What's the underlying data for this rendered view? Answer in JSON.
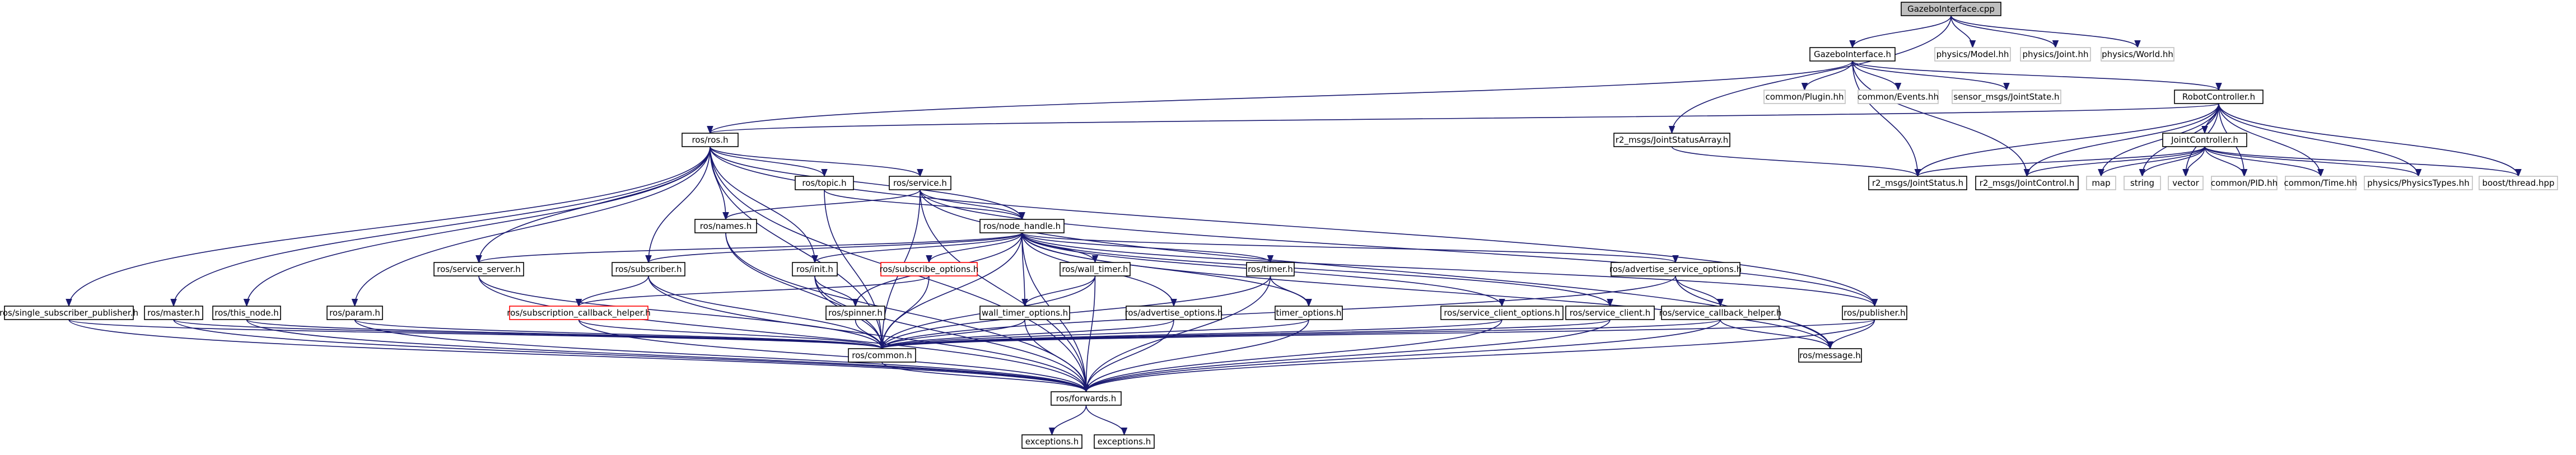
{
  "colors": {
    "edge": "#191970",
    "node_border": "#000000",
    "node_border_grey": "#bfbfbf",
    "node_border_red": "#ff0000",
    "root_fill": "#bfbfbf",
    "node_fill": "#ffffff"
  },
  "nodes": [
    {
      "id": "root",
      "label": "GazeboInterface.cpp",
      "style": "root"
    },
    {
      "id": "gi_h",
      "label": "GazeboInterface.h",
      "style": "normal"
    },
    {
      "id": "pmodel",
      "label": "physics/Model.hh",
      "style": "grey"
    },
    {
      "id": "pjoint",
      "label": "physics/Joint.hh",
      "style": "grey"
    },
    {
      "id": "pworld",
      "label": "physics/World.hh",
      "style": "grey"
    },
    {
      "id": "rosh",
      "label": "ros/ros.h",
      "style": "normal"
    },
    {
      "id": "cplugin",
      "label": "common/Plugin.hh",
      "style": "grey"
    },
    {
      "id": "cevents",
      "label": "common/Events.hh",
      "style": "grey"
    },
    {
      "id": "sensor",
      "label": "sensor_msgs/JointState.h",
      "style": "grey"
    },
    {
      "id": "robotc",
      "label": "RobotController.h",
      "style": "normal"
    },
    {
      "id": "r2jsa",
      "label": "r2_msgs/JointStatusArray.h",
      "style": "normal"
    },
    {
      "id": "jointc",
      "label": "JointController.h",
      "style": "normal"
    },
    {
      "id": "r2js",
      "label": "r2_msgs/JointStatus.h",
      "style": "normal"
    },
    {
      "id": "r2jc",
      "label": "r2_msgs/JointControl.h",
      "style": "normal"
    },
    {
      "id": "map",
      "label": "map",
      "style": "grey"
    },
    {
      "id": "string",
      "label": "string",
      "style": "grey"
    },
    {
      "id": "vector",
      "label": "vector",
      "style": "grey"
    },
    {
      "id": "cpid",
      "label": "common/PID.hh",
      "style": "grey"
    },
    {
      "id": "ctime",
      "label": "common/Time.hh",
      "style": "grey"
    },
    {
      "id": "pptypes",
      "label": "physics/PhysicsTypes.hh",
      "style": "grey"
    },
    {
      "id": "bthread",
      "label": "boost/thread.hpp",
      "style": "grey"
    },
    {
      "id": "topic",
      "label": "ros/topic.h",
      "style": "normal"
    },
    {
      "id": "service",
      "label": "ros/service.h",
      "style": "normal"
    },
    {
      "id": "names",
      "label": "ros/names.h",
      "style": "normal"
    },
    {
      "id": "nodeh",
      "label": "ros/node_handle.h",
      "style": "normal"
    },
    {
      "id": "sspub",
      "label": "ros/single_subscriber_publisher.h",
      "style": "normal"
    },
    {
      "id": "master",
      "label": "ros/master.h",
      "style": "normal"
    },
    {
      "id": "thisnode",
      "label": "ros/this_node.h",
      "style": "normal"
    },
    {
      "id": "param",
      "label": "ros/param.h",
      "style": "normal"
    },
    {
      "id": "svcserver",
      "label": "ros/service_server.h",
      "style": "normal"
    },
    {
      "id": "subscriber",
      "label": "ros/subscriber.h",
      "style": "normal"
    },
    {
      "id": "init",
      "label": "ros/init.h",
      "style": "normal"
    },
    {
      "id": "subopts",
      "label": "ros/subscribe_options.h",
      "style": "red"
    },
    {
      "id": "walltimer",
      "label": "ros/wall_timer.h",
      "style": "normal"
    },
    {
      "id": "timer",
      "label": "ros/timer.h",
      "style": "normal"
    },
    {
      "id": "advsvcopts",
      "label": "ros/advertise_service_options.h",
      "style": "normal"
    },
    {
      "id": "subcb",
      "label": "ros/subscription_callback_helper.h",
      "style": "red"
    },
    {
      "id": "spinner",
      "label": "ros/spinner.h",
      "style": "normal"
    },
    {
      "id": "walltimeropts",
      "label": "wall_timer_options.h",
      "style": "normal"
    },
    {
      "id": "advopts",
      "label": "ros/advertise_options.h",
      "style": "normal"
    },
    {
      "id": "timeropts",
      "label": "timer_options.h",
      "style": "normal"
    },
    {
      "id": "svcclientopts",
      "label": "ros/service_client_options.h",
      "style": "normal"
    },
    {
      "id": "svcclient",
      "label": "ros/service_client.h",
      "style": "normal"
    },
    {
      "id": "svccb",
      "label": "ros/service_callback_helper.h",
      "style": "normal"
    },
    {
      "id": "publisher",
      "label": "ros/publisher.h",
      "style": "normal"
    },
    {
      "id": "common",
      "label": "ros/common.h",
      "style": "normal"
    },
    {
      "id": "message",
      "label": "ros/message.h",
      "style": "normal"
    },
    {
      "id": "forwards",
      "label": "ros/forwards.h",
      "style": "normal"
    },
    {
      "id": "exceptions1",
      "label": "exceptions.h",
      "style": "normal"
    },
    {
      "id": "exceptions2",
      "label": "exceptions.h",
      "style": "normal"
    }
  ],
  "edges": [
    [
      "root",
      "gi_h"
    ],
    [
      "root",
      "pmodel"
    ],
    [
      "root",
      "pjoint"
    ],
    [
      "root",
      "pworld"
    ],
    [
      "root",
      "r2jsa"
    ],
    [
      "gi_h",
      "rosh"
    ],
    [
      "gi_h",
      "cplugin"
    ],
    [
      "gi_h",
      "cevents"
    ],
    [
      "gi_h",
      "sensor"
    ],
    [
      "gi_h",
      "robotc"
    ],
    [
      "gi_h",
      "r2js"
    ],
    [
      "gi_h",
      "r2jc"
    ],
    [
      "robotc",
      "rosh"
    ],
    [
      "robotc",
      "jointc"
    ],
    [
      "robotc",
      "map"
    ],
    [
      "robotc",
      "string"
    ],
    [
      "robotc",
      "vector"
    ],
    [
      "robotc",
      "cpid"
    ],
    [
      "robotc",
      "ctime"
    ],
    [
      "robotc",
      "pptypes"
    ],
    [
      "robotc",
      "bthread"
    ],
    [
      "robotc",
      "r2js"
    ],
    [
      "robotc",
      "r2jc"
    ],
    [
      "jointc",
      "r2js"
    ],
    [
      "jointc",
      "r2jc"
    ],
    [
      "jointc",
      "map"
    ],
    [
      "jointc",
      "string"
    ],
    [
      "jointc",
      "vector"
    ],
    [
      "jointc",
      "cpid"
    ],
    [
      "jointc",
      "ctime"
    ],
    [
      "jointc",
      "pptypes"
    ],
    [
      "jointc",
      "bthread"
    ],
    [
      "r2jsa",
      "r2js"
    ],
    [
      "rosh",
      "topic"
    ],
    [
      "rosh",
      "service"
    ],
    [
      "rosh",
      "names"
    ],
    [
      "rosh",
      "nodeh"
    ],
    [
      "rosh",
      "sspub"
    ],
    [
      "rosh",
      "master"
    ],
    [
      "rosh",
      "thisnode"
    ],
    [
      "rosh",
      "param"
    ],
    [
      "rosh",
      "svcserver"
    ],
    [
      "rosh",
      "subscriber"
    ],
    [
      "rosh",
      "init"
    ],
    [
      "rosh",
      "publisher"
    ],
    [
      "rosh",
      "common"
    ],
    [
      "rosh",
      "forwards"
    ],
    [
      "topic",
      "nodeh"
    ],
    [
      "topic",
      "common"
    ],
    [
      "service",
      "names"
    ],
    [
      "service",
      "nodeh"
    ],
    [
      "service",
      "common"
    ],
    [
      "service",
      "forwards"
    ],
    [
      "service",
      "publisher"
    ],
    [
      "service",
      "message"
    ],
    [
      "names",
      "common"
    ],
    [
      "names",
      "forwards"
    ],
    [
      "nodeh",
      "svcserver"
    ],
    [
      "nodeh",
      "subscriber"
    ],
    [
      "nodeh",
      "init"
    ],
    [
      "nodeh",
      "subopts"
    ],
    [
      "nodeh",
      "walltimer"
    ],
    [
      "nodeh",
      "timer"
    ],
    [
      "nodeh",
      "advsvcopts"
    ],
    [
      "nodeh",
      "spinner"
    ],
    [
      "nodeh",
      "walltimeropts"
    ],
    [
      "nodeh",
      "advopts"
    ],
    [
      "nodeh",
      "timeropts"
    ],
    [
      "nodeh",
      "svcclientopts"
    ],
    [
      "nodeh",
      "svcclient"
    ],
    [
      "nodeh",
      "publisher"
    ],
    [
      "nodeh",
      "common"
    ],
    [
      "nodeh",
      "forwards"
    ],
    [
      "nodeh",
      "message"
    ],
    [
      "sspub",
      "common"
    ],
    [
      "sspub",
      "forwards"
    ],
    [
      "master",
      "common"
    ],
    [
      "master",
      "forwards"
    ],
    [
      "thisnode",
      "common"
    ],
    [
      "thisnode",
      "forwards"
    ],
    [
      "param",
      "common"
    ],
    [
      "param",
      "forwards"
    ],
    [
      "svcserver",
      "common"
    ],
    [
      "svcserver",
      "forwards"
    ],
    [
      "subscriber",
      "subcb"
    ],
    [
      "subscriber",
      "common"
    ],
    [
      "subscriber",
      "forwards"
    ],
    [
      "init",
      "spinner"
    ],
    [
      "init",
      "common"
    ],
    [
      "init",
      "forwards"
    ],
    [
      "subopts",
      "subcb"
    ],
    [
      "subopts",
      "common"
    ],
    [
      "subcb",
      "common"
    ],
    [
      "subcb",
      "forwards"
    ],
    [
      "walltimer",
      "walltimeropts"
    ],
    [
      "walltimer",
      "common"
    ],
    [
      "walltimer",
      "forwards"
    ],
    [
      "timer",
      "timeropts"
    ],
    [
      "timer",
      "common"
    ],
    [
      "timer",
      "forwards"
    ],
    [
      "advsvcopts",
      "svccb"
    ],
    [
      "advsvcopts",
      "common"
    ],
    [
      "advsvcopts",
      "message"
    ],
    [
      "spinner",
      "common"
    ],
    [
      "walltimeropts",
      "common"
    ],
    [
      "walltimeropts",
      "forwards"
    ],
    [
      "advopts",
      "common"
    ],
    [
      "advopts",
      "forwards"
    ],
    [
      "timeropts",
      "common"
    ],
    [
      "timeropts",
      "forwards"
    ],
    [
      "svcclientopts",
      "common"
    ],
    [
      "svcclientopts",
      "forwards"
    ],
    [
      "svcclient",
      "common"
    ],
    [
      "svcclient",
      "forwards"
    ],
    [
      "svccb",
      "common"
    ],
    [
      "svccb",
      "forwards"
    ],
    [
      "svccb",
      "message"
    ],
    [
      "publisher",
      "common"
    ],
    [
      "publisher",
      "message"
    ],
    [
      "publisher",
      "forwards"
    ],
    [
      "common",
      "forwards"
    ],
    [
      "forwards",
      "exceptions1"
    ],
    [
      "forwards",
      "exceptions2"
    ]
  ]
}
